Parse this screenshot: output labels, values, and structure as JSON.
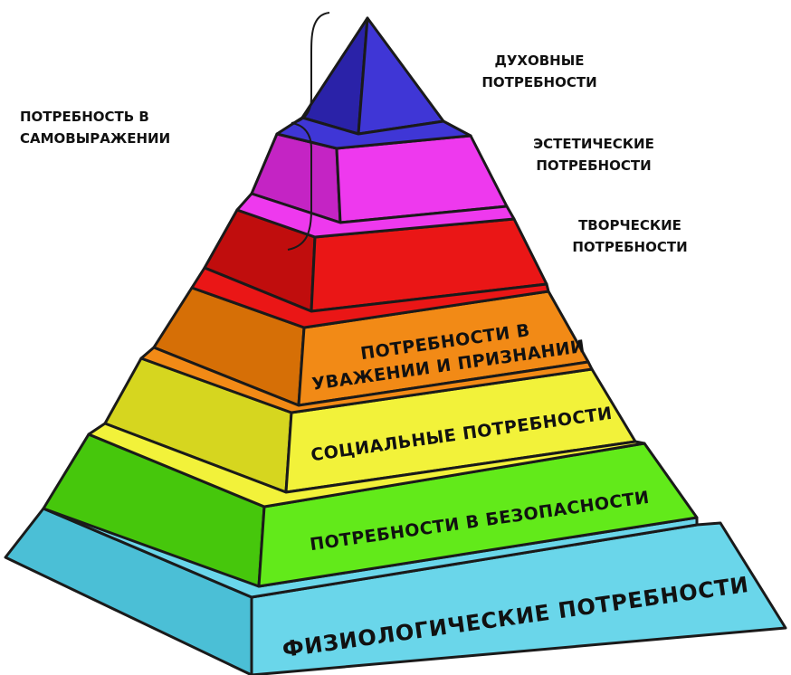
{
  "tiers": [
    {
      "name": "apex",
      "color_front": "#3f36d6",
      "color_left": "#2a22a8",
      "label_lines": []
    },
    {
      "name": "aesthetic",
      "color_front": "#ee39ee",
      "color_left": "#c424c4",
      "label_lines": []
    },
    {
      "name": "creative",
      "color_front": "#ea1616",
      "color_left": "#c00d0d",
      "label_lines": []
    },
    {
      "name": "esteem",
      "color_front": "#f28a16",
      "color_left": "#d66f06",
      "label_lines": [
        "ПОТРЕБНОСТИ В",
        "УВАЖЕНИИ И ПРИЗНАНИИ"
      ]
    },
    {
      "name": "social",
      "color_front": "#f2f23a",
      "color_left": "#d6d61f",
      "label_lines": [
        "СОЦИАЛЬНЫЕ ПОТРЕБНОСТИ"
      ]
    },
    {
      "name": "safety",
      "color_front": "#62ea1a",
      "color_left": "#46c70c",
      "label_lines": [
        "ПОТРЕБНОСТИ В БЕЗОПАСНОСТИ"
      ]
    },
    {
      "name": "physiological",
      "color_front": "#6ad6ea",
      "color_left": "#4bbfd6",
      "label_lines": [
        "ФИЗИОЛОГИЧЕСКИЕ ПОТРЕБНОСТИ"
      ]
    }
  ],
  "side_labels": {
    "spiritual": [
      "ДУХОВНЫЕ",
      "ПОТРЕБНОСТИ"
    ],
    "aesthetic": [
      "ЭСТЕТИЧЕСКИЕ",
      "ПОТРЕБНОСТИ"
    ],
    "creative": [
      "ТВОРЧЕСКИЕ",
      "ПОТРЕБНОСТИ"
    ]
  },
  "bracket_label": [
    "ПОТРЕБНОСТЬ В",
    "САМОВЫРАЖЕНИИ"
  ],
  "colors": {
    "outline": "#1a1a1a",
    "text": "#111111",
    "background": "#ffffff"
  }
}
